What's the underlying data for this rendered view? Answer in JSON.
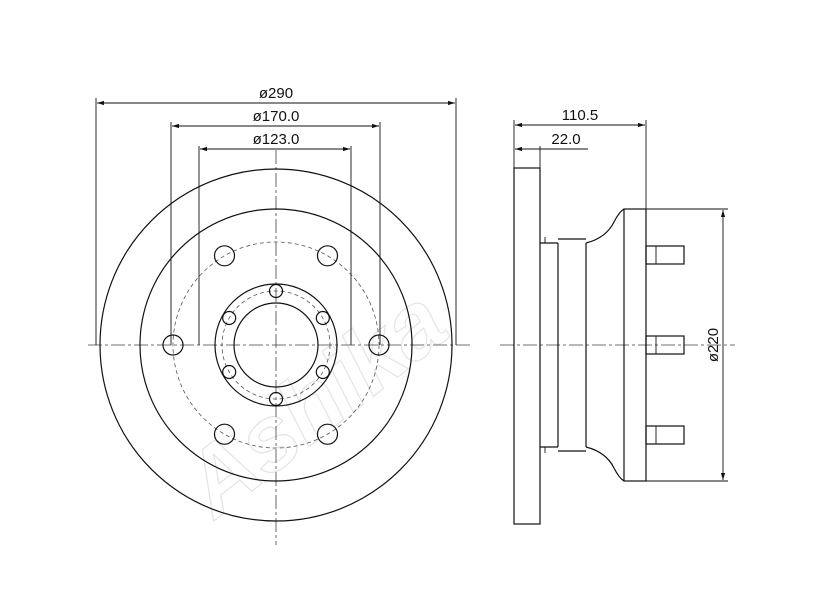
{
  "dimensions": {
    "outer_diameter": "ø290",
    "middle_diameter": "ø170.0",
    "inner_diameter": "ø123.0",
    "total_height": "110.5",
    "disc_thickness": "22.0",
    "hub_diameter": "ø220"
  },
  "watermark": "Ashika",
  "colors": {
    "line": "#111111",
    "watermark": "#e4e4e4",
    "background": "#ffffff"
  }
}
